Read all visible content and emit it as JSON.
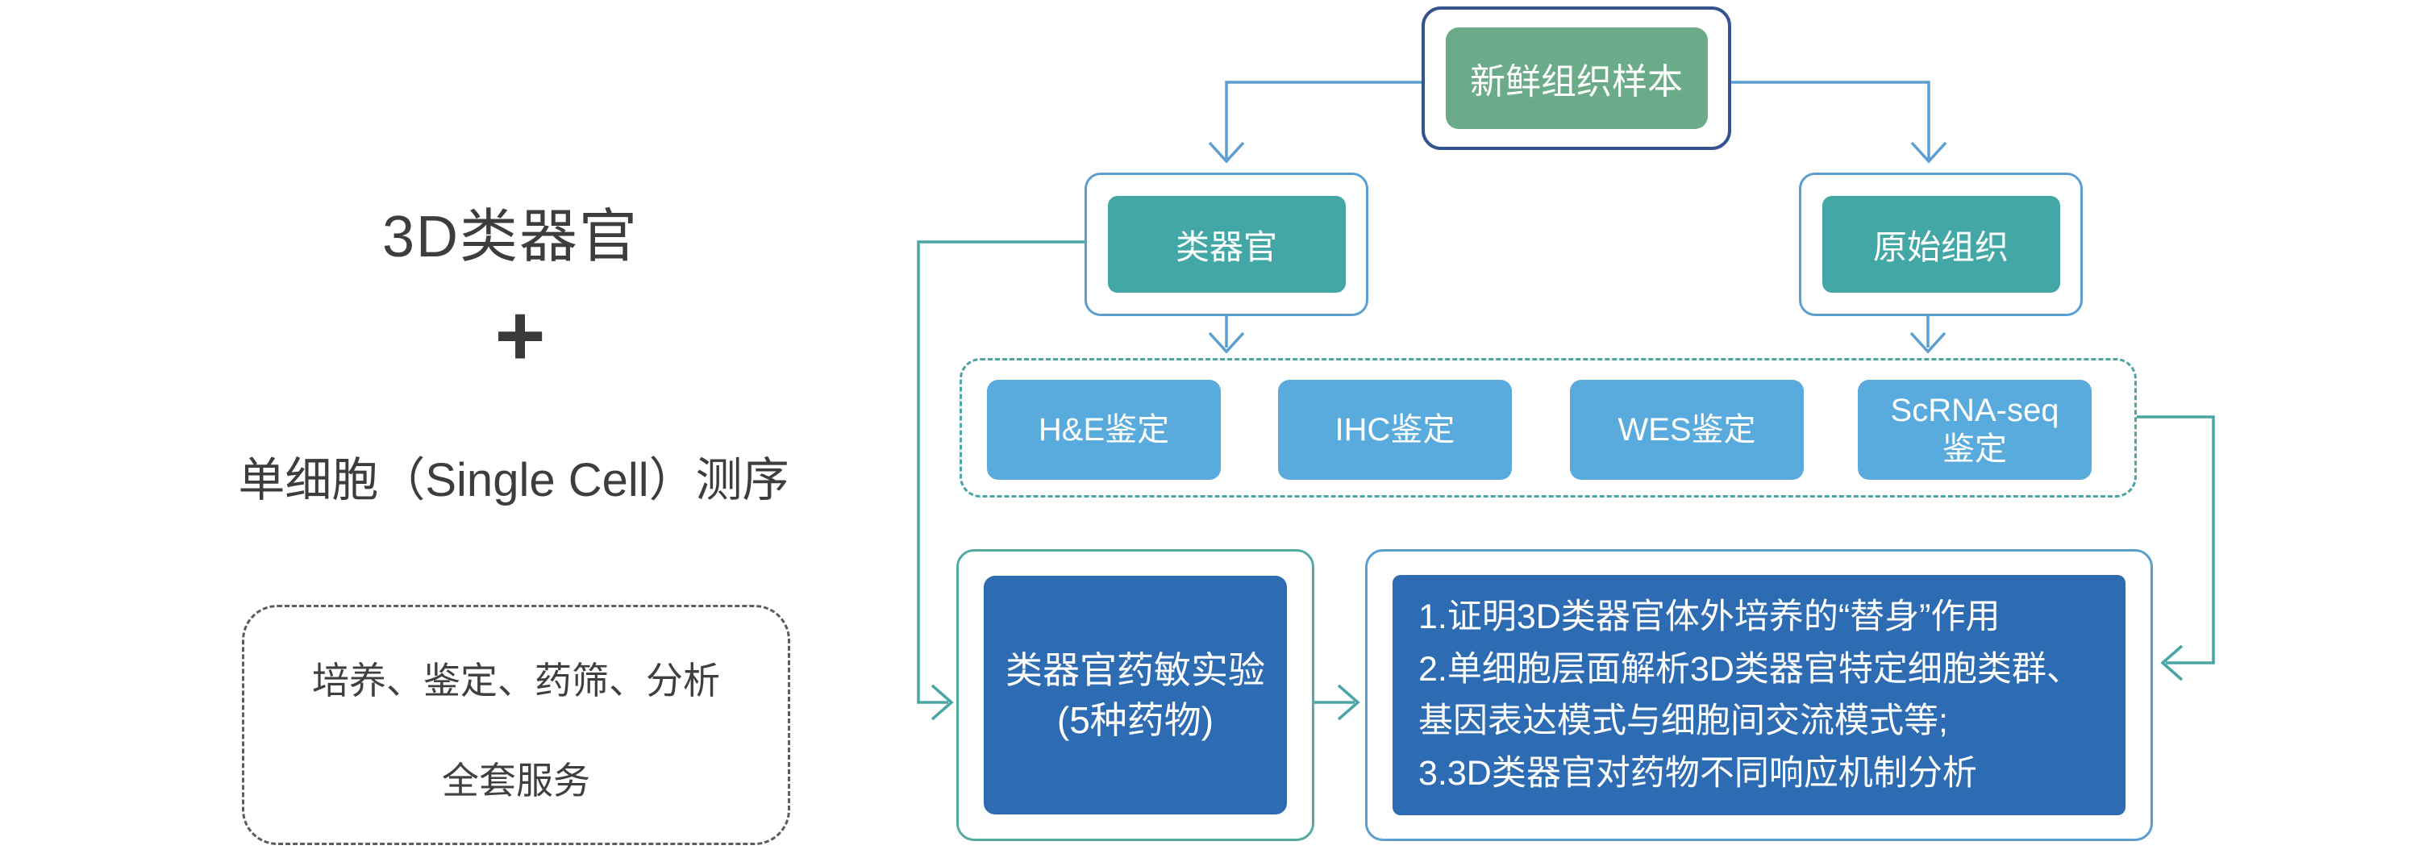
{
  "left_panel": {
    "title": "3D类器官",
    "plus": "+",
    "subtitle": "单细胞（Single Cell）测序",
    "service_box": {
      "line1": "培养、鉴定、药筛、分析",
      "line2": "全套服务"
    }
  },
  "flowchart": {
    "root": {
      "label": "新鲜组织样本"
    },
    "branches": [
      {
        "label": "类器官"
      },
      {
        "label": "原始组织"
      }
    ],
    "assays": [
      {
        "label": "H&E鉴定"
      },
      {
        "label": "IHC鉴定"
      },
      {
        "label": "WES鉴定"
      },
      {
        "label": "ScRNA-seq\n鉴定"
      }
    ],
    "drug_test": {
      "line1": "类器官药敏实验",
      "line2": "(5种药物)"
    },
    "results": {
      "items": [
        "1.证明3D类器官体外培养的“替身”作用",
        "2.单细胞层面解析3D类器官特定细胞类群、基因表达模式与细胞间交流模式等;",
        "3.3D类器官对药物不同响应机制分析"
      ]
    }
  },
  "colors": {
    "background": "#ffffff",
    "root_fill": "#6cab89",
    "root_border": "#35548e",
    "branch_fill": "#43a7a5",
    "assay_fill": "#58abdc",
    "deep_blue_fill": "#2d6bb2",
    "blue_line": "#5b9fd0",
    "teal_line": "#4ba5a5",
    "dashed_gray": "#5c5c5c",
    "text_dark": "#3d3d3d"
  }
}
